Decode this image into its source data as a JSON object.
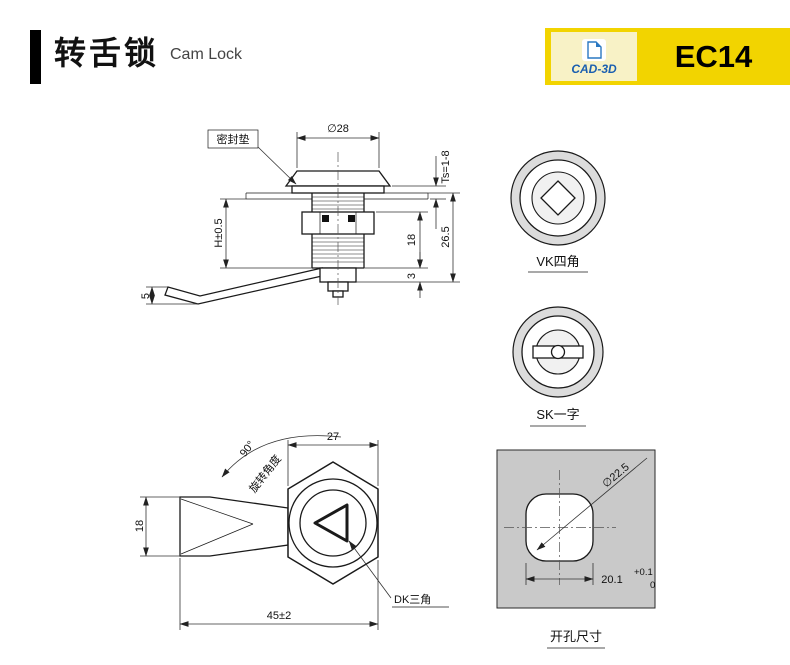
{
  "header": {
    "title_cn": "转舌锁",
    "title_en": "Cam Lock",
    "badge_label": "CAD-3D",
    "part_no": "EC14"
  },
  "colors": {
    "accent_yellow": "#f2d400",
    "badge_blue": "#2a78c2",
    "plate_gray": "#c9c9c9"
  },
  "side_view": {
    "seal_label": "密封垫",
    "dia": "∅28",
    "ts": "Ts=1-8",
    "h": "H±0.5",
    "five": "5",
    "eighteen": "18",
    "three": "3",
    "overall": "26.5"
  },
  "vk": {
    "label": "VK四角"
  },
  "sk": {
    "label": "SK一字"
  },
  "front_view": {
    "angle": "90°",
    "angle_label": "旋转角度",
    "width": "27",
    "height": "18",
    "length": "45±2",
    "dk_label": "DK三角"
  },
  "hole_view": {
    "dia": "∅22.5",
    "width": "20.1",
    "tol_plus": "+0.1",
    "tol_zero": "0",
    "label": "开孔尺寸"
  }
}
